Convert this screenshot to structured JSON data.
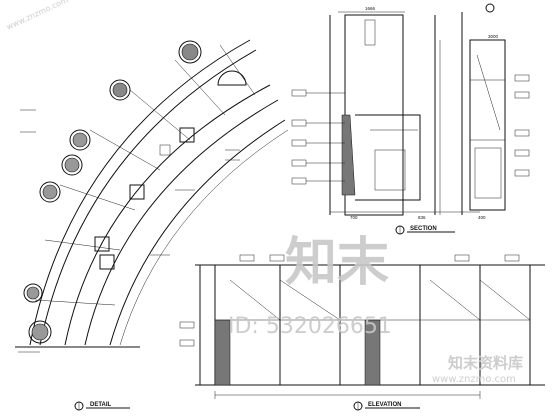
{
  "views": {
    "section_title": "SECTION",
    "elevation_title": "ELEVATION",
    "detail_title": "DETAIL"
  },
  "section_dims": {
    "top": "1666",
    "bottom_left": "700",
    "bottom_mid": "836",
    "bottom_right": "400",
    "right_top": "3000"
  },
  "watermark": {
    "logo_chars": "知末",
    "site_corner": "www.znzmo.com",
    "brand_cn": "知末资料库",
    "site_url": "www.znzmo.com",
    "id_text": "ID: 532026651"
  },
  "colors": {
    "ink": "#111111",
    "watermark": "#c8c8c8",
    "fill_hatch": "#777777"
  }
}
